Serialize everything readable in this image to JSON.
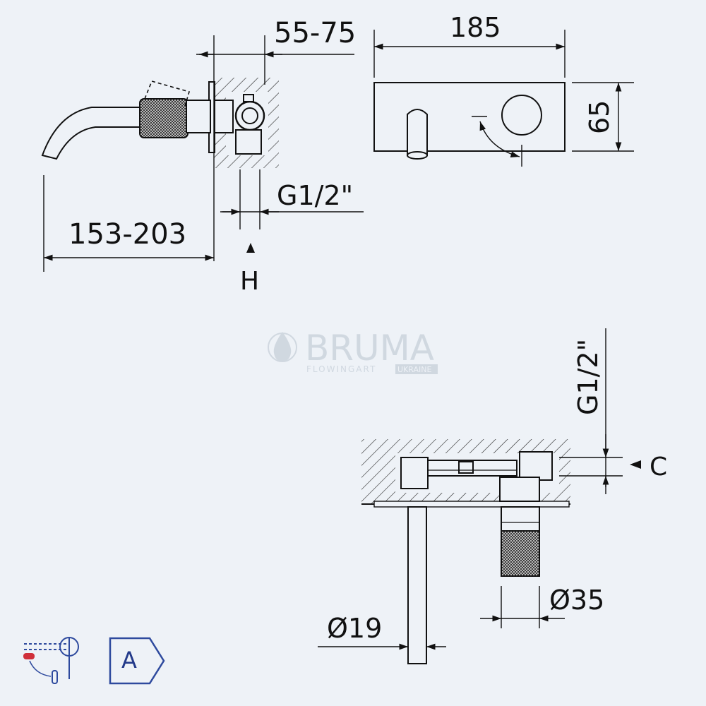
{
  "dimensions": {
    "wall_depth": "55-75",
    "plate_width": "185",
    "plate_height": "65",
    "thread_side": "G1/2\"",
    "spout_reach": "153-203",
    "h_marker": "H",
    "thread_bottom": "G1/2\"",
    "c_marker": "C",
    "handle_diameter": "Ø35",
    "spout_diameter": "Ø19"
  },
  "watermark": {
    "brand": "BRUMA",
    "tagline": "FLOWINGART",
    "region": "UKRAINE"
  },
  "badges": {
    "energy_class": "A"
  },
  "colors": {
    "background": "#eef2f7",
    "line": "#111111",
    "watermark": "#b9c3cf",
    "badge_border": "#2e4a9e",
    "badge_text": "#233a8a",
    "accent_red": "#d0303a"
  }
}
